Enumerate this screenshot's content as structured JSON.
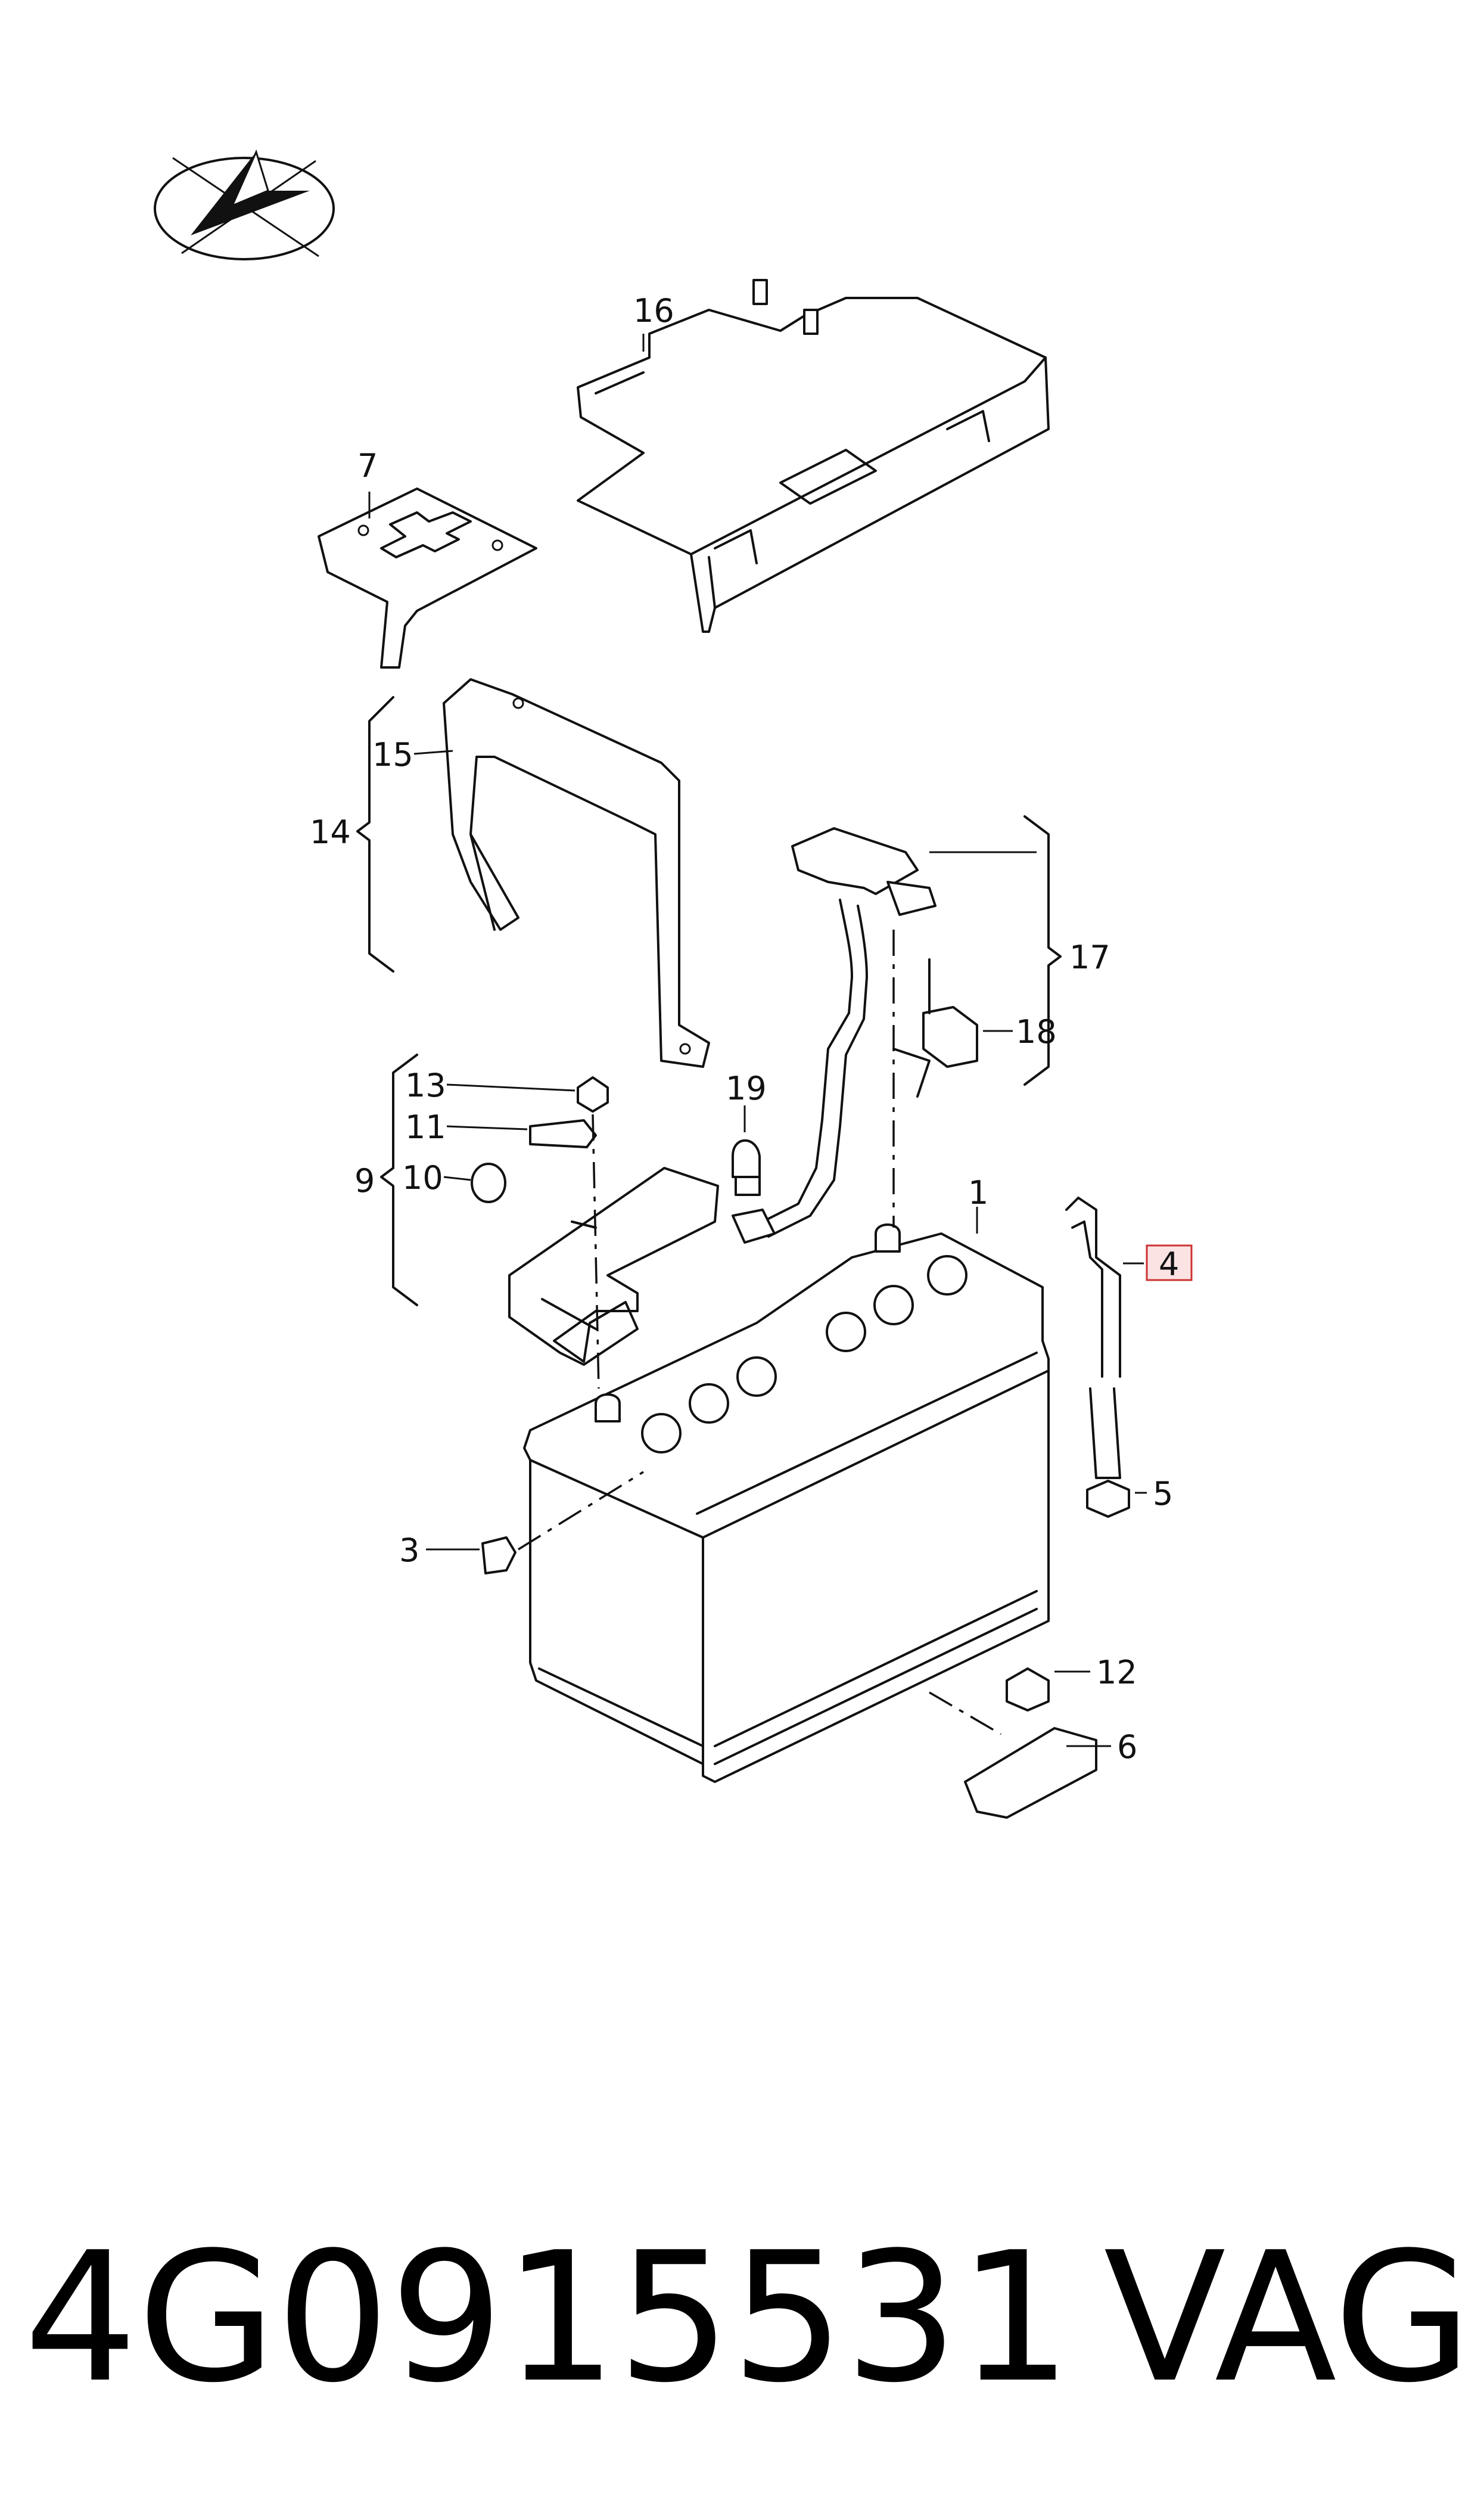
{
  "diagram": {
    "labels": [
      "1",
      "3",
      "4",
      "5",
      "6",
      "7",
      "9",
      "10",
      "11",
      "12",
      "13",
      "14",
      "15",
      "16",
      "17",
      "18",
      "19"
    ],
    "highlighted_label": "4",
    "highlight_color": "#cc3333"
  },
  "footer": {
    "part_number": "4G0915531",
    "brand": "VAG"
  }
}
